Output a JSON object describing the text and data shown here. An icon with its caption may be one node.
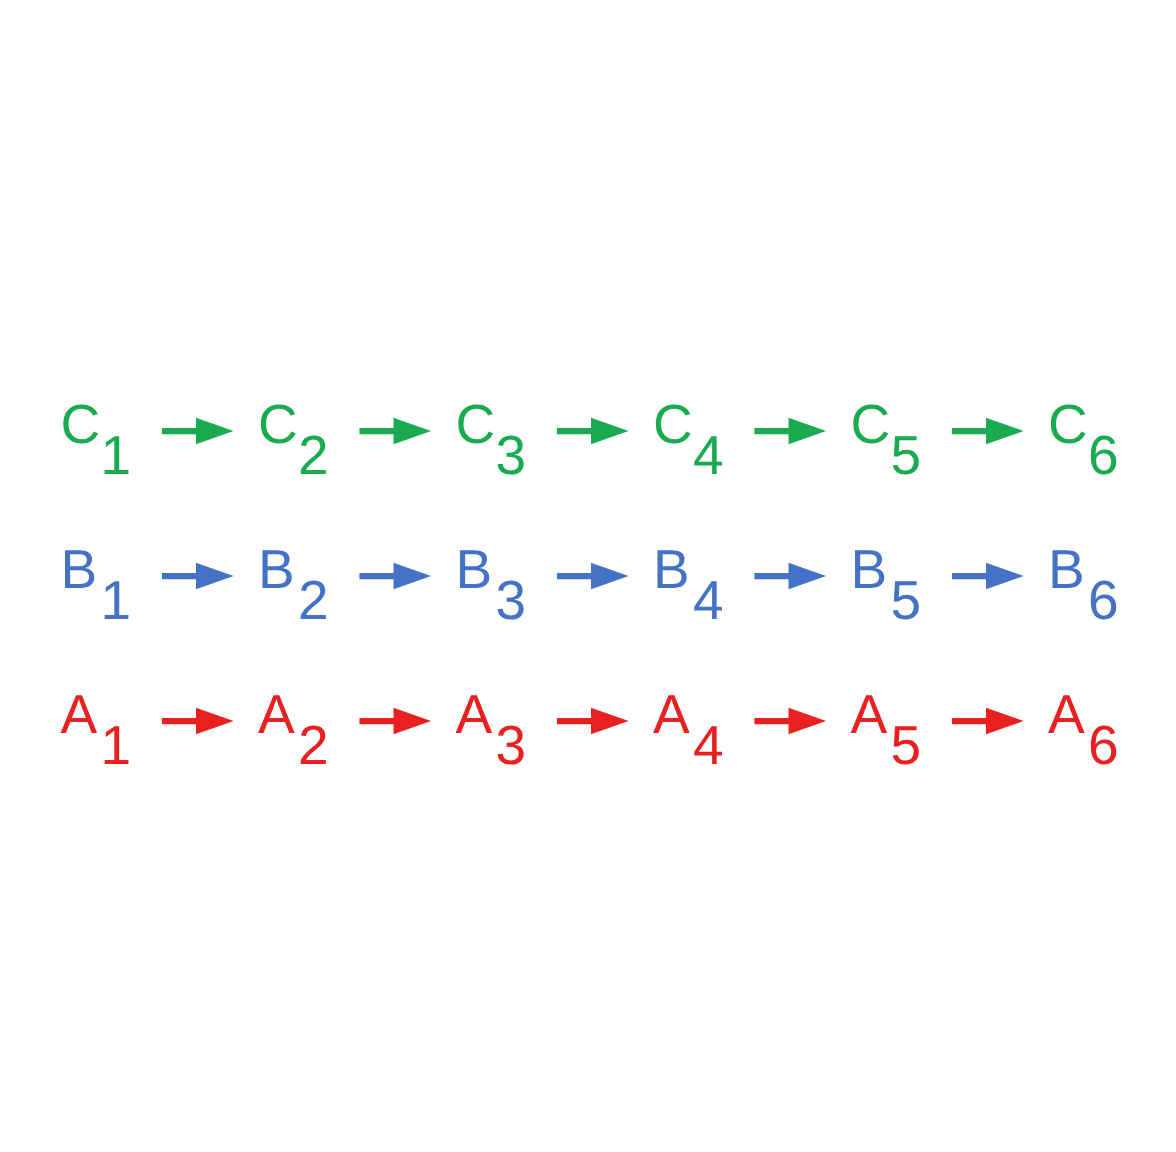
{
  "diagram": {
    "nodes": [
      {
        "text": [
          "A$_{1}$"
        ]
      },
      {
        "text": [
          "A$_{2}$"
        ]
      },
      {
        "text": [
          "A$_{3}$"
        ]
      },
      {
        "text": [
          "A$_{4}$"
        ]
      },
      {
        "text": [
          "A$_{5}$"
        ]
      },
      {
        "text": [
          "A$_{6}$"
        ]
      },
      {
        "text": [
          "B$_{1}$"
        ]
      },
      {
        "text": [
          "B$_{2}$"
        ]
      },
      {
        "text": [
          "B$_{3}$"
        ]
      },
      {
        "text": [
          "B$_{4}$"
        ]
      },
      {
        "text": [
          "B$_{5}$"
        ]
      },
      {
        "text": [
          "B$_{6}$"
        ]
      },
      {
        "text": [
          "C$_{1}$"
        ]
      },
      {
        "text": [
          "C$_{2}$"
        ]
      },
      {
        "text": [
          "C$_{3}$"
        ]
      },
      {
        "text": [
          "C$_{4}$"
        ]
      },
      {
        "text": [
          "C$_{5}$"
        ]
      },
      {
        "text": [
          "C$_{6}$"
        ]
      }
    ],
    "edges": [
      {
        "from": 0,
        "to": 1,
        "arrow": "to",
        "color": "#e8201f"
      },
      {
        "from": 1,
        "to": 2,
        "arrow": "to",
        "color": "#e8201f"
      },
      {
        "from": 2,
        "to": 3,
        "arrow": "to",
        "color": "#e8201f"
      },
      {
        "from": 3,
        "to": 4,
        "arrow": "to",
        "color": "#e8201f"
      },
      {
        "from": 4,
        "to": 5,
        "arrow": "to",
        "color": "#e8201f"
      },
      {
        "from": 6,
        "to": 7,
        "arrow": "to",
        "color": "#4472c4"
      },
      {
        "from": 7,
        "to": 8,
        "arrow": "to",
        "color": "#4472c4"
      },
      {
        "from": 8,
        "to": 9,
        "arrow": "to",
        "color": "#4472c4"
      },
      {
        "from": 9,
        "to": 10,
        "arrow": "to",
        "color": "#4472c4"
      },
      {
        "from": 10,
        "to": 11,
        "arrow": "to",
        "color": "#4472c4"
      },
      {
        "from": 12,
        "to": 13,
        "arrow": "to",
        "color": "#1aaa50"
      },
      {
        "from": 13,
        "to": 14,
        "arrow": "to",
        "color": "#1aaa50"
      },
      {
        "from": 14,
        "to": 15,
        "arrow": "to",
        "color": "#1aaa50"
      },
      {
        "from": 15,
        "to": 16,
        "arrow": "to",
        "color": "#1aaa50"
      },
      {
        "from": 16,
        "to": 17,
        "arrow": "to",
        "color": "#1aaa50"
      }
    ]
  }
}
